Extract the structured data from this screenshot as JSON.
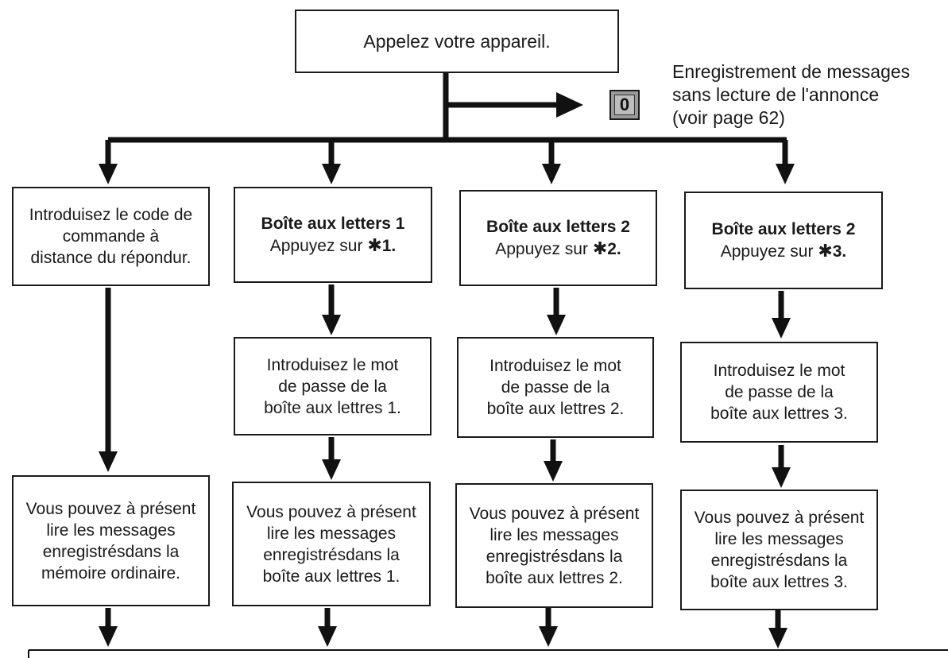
{
  "start_box": {
    "text": "Appelez votre appareil."
  },
  "key_zero": {
    "label": "0"
  },
  "key_zero_note": {
    "lines": [
      "Enregistrement de messages",
      "sans lecture de l'annonce",
      "(voir page 62)"
    ]
  },
  "columns": [
    {
      "step1": {
        "lines": [
          "Introduisez le code de",
          "commande à",
          "distance du répondur."
        ]
      },
      "step3": {
        "lines": [
          "Vous pouvez à présent",
          "lire les messages",
          "enregistrésdans la",
          "mémoire ordinaire."
        ]
      }
    },
    {
      "step1": {
        "title": "Boîte aux letters 1",
        "press_text": "Appuyez sur",
        "star": "✱",
        "key": "1."
      },
      "step2": {
        "lines": [
          "Introduisez le mot",
          "de passe de la",
          "boîte aux lettres 1."
        ]
      },
      "step3": {
        "lines": [
          "Vous pouvez à présent",
          "lire les messages",
          "enregistrésdans la",
          "boîte aux lettres 1."
        ]
      }
    },
    {
      "step1": {
        "title": "Boîte aux letters 2",
        "press_text": "Appuyez sur",
        "star": "✱",
        "key": "2."
      },
      "step2": {
        "lines": [
          "Introduisez le mot",
          "de passe de la",
          "boîte aux lettres 2."
        ]
      },
      "step3": {
        "lines": [
          "Vous pouvez à présent",
          "lire les messages",
          "enregistrésdans la",
          "boîte aux lettres 2."
        ]
      }
    },
    {
      "step1": {
        "title": "Boîte aux letters 2",
        "press_text": "Appuyez sur",
        "star": "✱",
        "key": "3."
      },
      "step2": {
        "lines": [
          "Introduisez le mot",
          "de passe de la",
          "boîte aux lettres 3."
        ]
      },
      "step3": {
        "lines": [
          "Vous pouvez à présent",
          "lire les messages",
          "enregistrésdans la",
          "boîte aux lettres 3."
        ]
      }
    }
  ]
}
